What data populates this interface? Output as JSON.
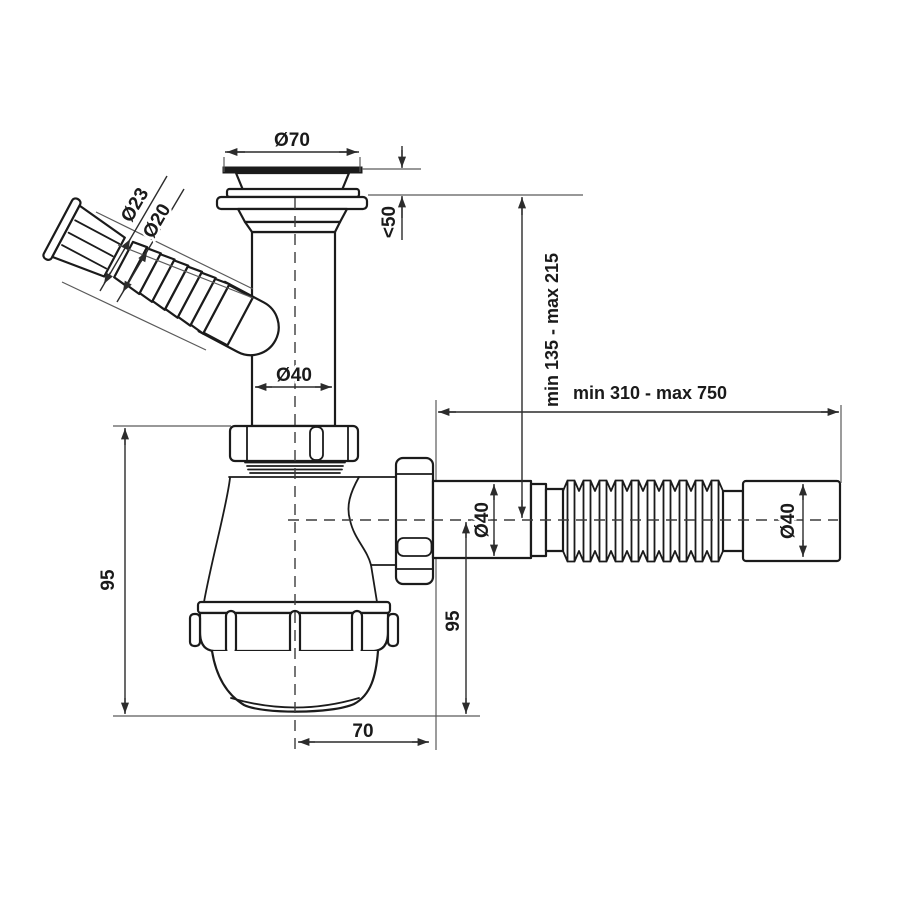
{
  "drawing": {
    "kind": "siphon-technical-drawing",
    "background": "#ffffff",
    "line_color": "#1b1b1b",
    "dim_color": "#2c2c2c",
    "labels": {
      "flange_diameter": "Ø70",
      "mount_thickness": "<50",
      "inlet_cap_diameter": "Ø23",
      "inlet_nozzle_diameter": "Ø20",
      "riser_diameter": "Ø40",
      "height_range": "min 135 - max 215",
      "length_range": "min 310 - max 750",
      "body_height": "95",
      "outlet_pipe_diameter": "Ø40",
      "outlet_drop": "95",
      "outlet_end_diameter": "Ø40",
      "outlet_offset": "70"
    }
  }
}
